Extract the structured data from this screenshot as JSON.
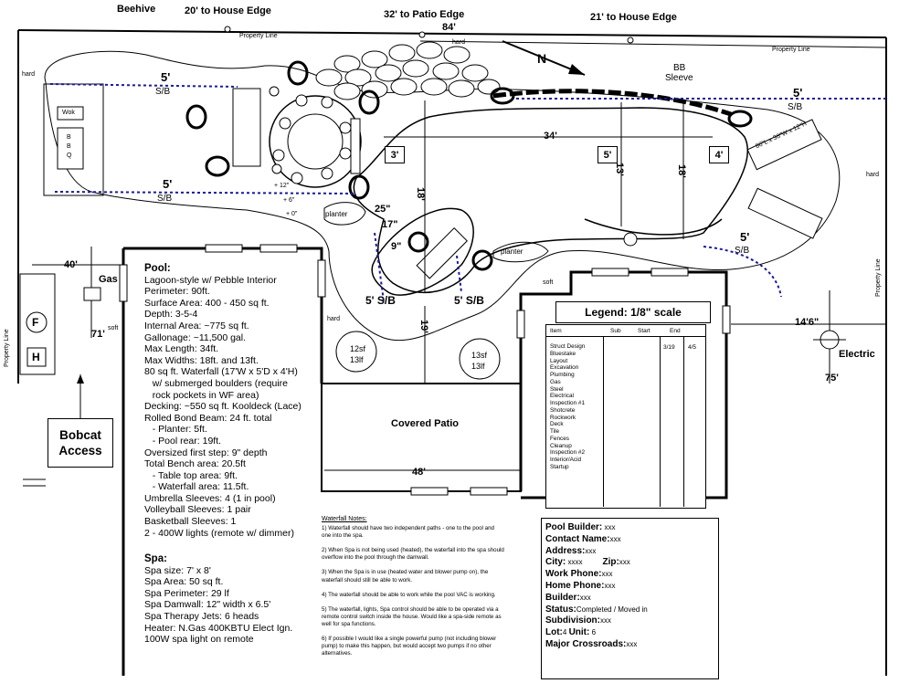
{
  "title_labels": {
    "beehive": "Beehive",
    "house_edge_left": "20' to House Edge",
    "patio_edge": "32' to Patio Edge",
    "house_edge_right": "21' to House Edge",
    "property_line_top": "Property Line",
    "property_line_top_right": "Property Line",
    "property_line_left": "Property Line",
    "property_line_right": "Property Line"
  },
  "dimensions": {
    "d84": "84'",
    "d40": "40'",
    "d34": "34'",
    "d18": "18'",
    "d13": "13'",
    "d18b": "18'",
    "d19": "19'",
    "d48": "48'",
    "d14_6": "14'6\"",
    "d71": "71'",
    "d75": "75'",
    "d25": "25\"",
    "d17": "17\"",
    "d9": "9\""
  },
  "setbacks": {
    "sb1_num": "5'",
    "sb1_txt": "S/B",
    "sb2_num": "5'",
    "sb2_txt": "S/B",
    "sb3_num": "5'",
    "sb3_txt": "S/B",
    "sb4_num": "5'",
    "sb4_txt": "S/B",
    "sb5": "5' S/B",
    "sb6": "5' S/B"
  },
  "depth_boxes": {
    "d3": "3'",
    "d5": "5'",
    "d4": "4'"
  },
  "plan_labels": {
    "hard1": "hard",
    "hard2": "hard",
    "hard3": "hard",
    "hard4": "hard",
    "soft1": "soft",
    "soft2": "soft",
    "wok": "Wok",
    "bbq": "B\nB\nQ",
    "bb_sleeve_1": "BB",
    "bb_sleeve_2": "Sleeve",
    "gas": "Gas",
    "electric": "Electric",
    "planter1": "planter",
    "planter2": "planter",
    "plus12": "+ 12\"",
    "plus6": "+ 6\"",
    "plus0": "+ 0\"",
    "lounge": "86\"L x 38\"W x 12\"H",
    "tree1_top": "12sf",
    "tree1_bot": "13lf",
    "tree2_top": "13sf",
    "tree2_bot": "13lf",
    "f": "F",
    "h": "H",
    "north": "N"
  },
  "bobcat": "Bobcat Access",
  "covered_patio": "Covered Patio",
  "pool": {
    "heading": "Pool:",
    "lines": [
      "Lagoon-style w/ Pebble Interior",
      "Perimeter: 90ft.",
      "Surface Area: 400 - 450 sq ft.",
      "Depth: 3-5-4",
      "Internal Area: ~775 sq ft.",
      "Gallonage: ~11,500 gal.",
      "Max Length: 34ft.",
      "Max Widths: 18ft. and 13ft.",
      "80 sq ft. Waterfall (17'W x 5'D x 4'H)",
      "   w/ submerged boulders (require",
      "   rock pockets in WF area)",
      "Decking: ~550 sq ft. Kooldeck (Lace)",
      "Rolled Bond Beam: 24 ft. total",
      "   - Planter: 5ft.",
      "   - Pool rear: 19ft.",
      "Oversized first step: 9\" depth",
      "Total Bench area: 20.5ft",
      "   - Table top area: 9ft.",
      "   - Waterfall area: 11.5ft.",
      "Umbrella Sleeves: 4 (1 in pool)",
      "Volleyball Sleeves: 1 pair",
      "Basketball Sleeves: 1",
      "2 - 400W lights (remote w/ dimmer)"
    ]
  },
  "spa": {
    "heading": "Spa:",
    "lines": [
      "Spa size: 7' x 8'",
      "Spa Area: 50 sq ft.",
      "Spa Perimeter: 29 lf",
      "Spa Damwall: 12\" width x 6.5'",
      "Spa Therapy Jets: 6 heads",
      "Heater: N.Gas 400KBTU Elect Ign.",
      "100W spa light on remote"
    ]
  },
  "waterfall_notes": {
    "heading": "Waterfall Notes:",
    "notes": [
      "1) Waterfall should have two independent paths - one to the pool and one into the spa.",
      "2) When Spa is not being used (heated), the waterfall into the spa should overflow into the pool through the damwall.",
      "3) When the Spa is in use (heated water and blower pump on), the waterfall should still be able to work.",
      "4) The waterfall should be able to work while the pool VAC is working.",
      "5) The  waterfall, lights, Spa control should be able to be operated via a remote control switch inside the house. Would like a spa-side remote as well for spa functions.",
      "6) If possible I would like a single powerful pump (not including blower pump) to make this happen, but would accept two pumps if no other alternatives."
    ]
  },
  "legend": {
    "title": "Legend:  1/8\" scale",
    "col_item": "Item",
    "col_sub": "Sub",
    "col_start": "Start",
    "col_end": "End",
    "items": [
      "Struct Design",
      "Bluestake",
      "Layout",
      "Excavation",
      "Plumbing",
      "Gas",
      "Steel",
      "Electrical",
      "Inspection #1",
      "Shotcrete",
      "Rockwork",
      "Deck",
      "Tile",
      "Fences",
      "Cleanup",
      "Inspection #2",
      "Interior/Acid",
      "Startup"
    ],
    "first_start": "3/19",
    "first_end": "4/5"
  },
  "builder": {
    "rows": [
      {
        "label": "Pool Builder:",
        "value": " xxx"
      },
      {
        "label": "Contact Name:",
        "value": "xxx"
      },
      {
        "label": "Address:",
        "value": "xxx"
      },
      {
        "label": "City:",
        "value": " xxxx"
      },
      {
        "label": "Work Phone:",
        "value": "xxx"
      },
      {
        "label": "Home Phone:",
        "value": "xxx"
      },
      {
        "label": "Builder:",
        "value": "xxx"
      },
      {
        "label": "Status:",
        "value": "Completed / Moved in"
      },
      {
        "label": "Subdivision:",
        "value": "xxx"
      },
      {
        "label": "Lot:",
        "value": "4 "
      },
      {
        "label": "Major Crossroads:",
        "value": "xxx"
      }
    ],
    "zip_label": "Zip:",
    "zip_value": "xxx",
    "unit_label": "Unit:",
    "unit_value": " 6"
  },
  "colors": {
    "line": "#000000",
    "setback": "#1a1aa0",
    "background": "#ffffff",
    "rock": "#d8d8d8"
  }
}
